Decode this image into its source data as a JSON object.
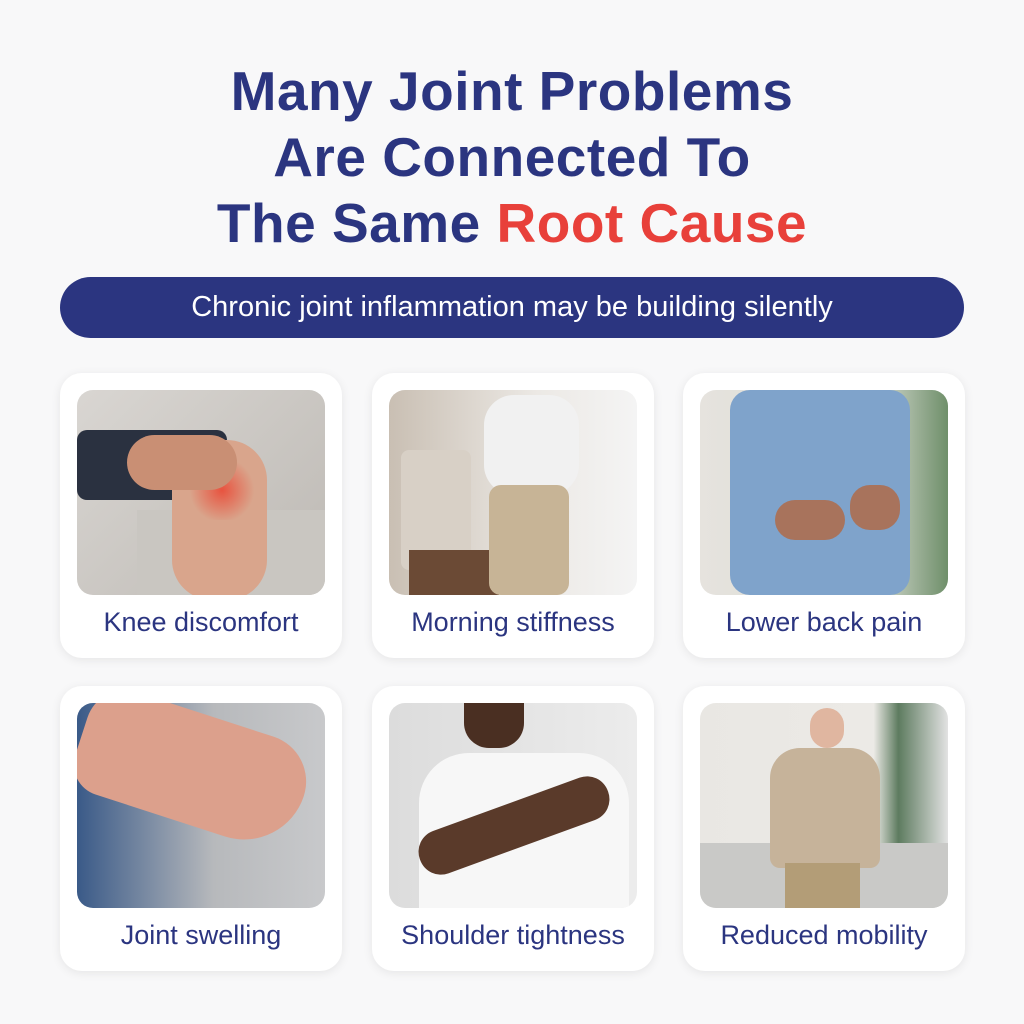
{
  "title": {
    "line1": "Many Joint Problems",
    "line2": "Are Connected To",
    "line3_prefix": "The Same ",
    "line3_accent": "Root Cause"
  },
  "subtitle": "Chronic joint inflammation may be building silently",
  "colors": {
    "navy": "#2b3580",
    "accent_red": "#e8403a"
  },
  "cards": [
    {
      "label": "Knee discomfort"
    },
    {
      "label": "Morning stiffness"
    },
    {
      "label": "Lower back pain"
    },
    {
      "label": "Joint swelling"
    },
    {
      "label": "Shoulder tightness"
    },
    {
      "label": "Reduced mobility"
    }
  ]
}
